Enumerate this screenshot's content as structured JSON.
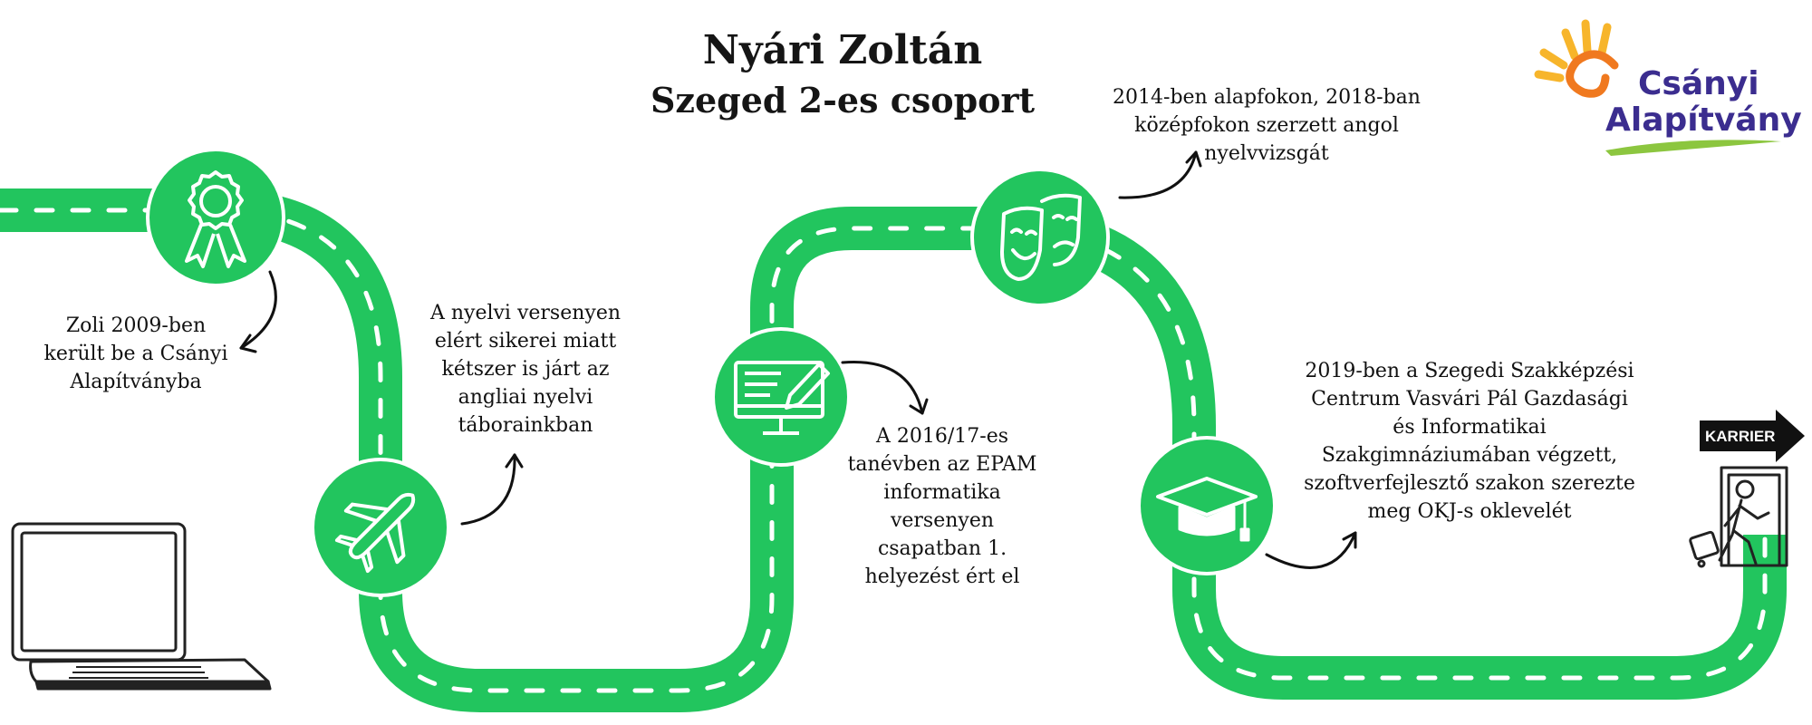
{
  "header": {
    "name": "Nyári Zoltán",
    "group": "Szeged 2-es csoport"
  },
  "logo": {
    "line1": "Csányi",
    "line2": "Alapítvány",
    "colors": {
      "sun_yellow": "#f7b52b",
      "sun_orange": "#f0791f",
      "text_purple": "#3b2d8f",
      "swoosh_green": "#8cc63f"
    }
  },
  "road": {
    "color": "#22c55e",
    "dash_color": "#ffffff"
  },
  "milestones": [
    {
      "icon": "award-ribbon-icon",
      "text": [
        "Zoli 2009-ben",
        "került be a Csányi",
        "Alapítványba"
      ]
    },
    {
      "icon": "airplane-icon",
      "text": [
        "A nyelvi versenyen",
        "elért sikerei miatt",
        "kétszer is járt az",
        "angliai nyelvi",
        "táborainkban"
      ]
    },
    {
      "icon": "computer-pencil-icon",
      "text": [
        "A 2016/17-es",
        "tanévben az EPAM",
        "informatika",
        "versenyen",
        "csapatban 1.",
        "helyezést ért el"
      ]
    },
    {
      "icon": "theater-masks-icon",
      "text": [
        "2014-ben alapfokon, 2018-ban",
        "középfokon szerzett angol",
        "nyelvvizsgát"
      ]
    },
    {
      "icon": "graduation-cap-icon",
      "text": [
        "2019-ben a Szegedi Szakképzési",
        "Centrum Vasvári Pál Gazdasági",
        "és Informatikai",
        "Szakgimnáziumában végzett,",
        "szoftverfejlesztő szakon szerezte",
        "meg OKJ-s oklevelét"
      ]
    }
  ],
  "career": {
    "label": "KARRIER"
  }
}
